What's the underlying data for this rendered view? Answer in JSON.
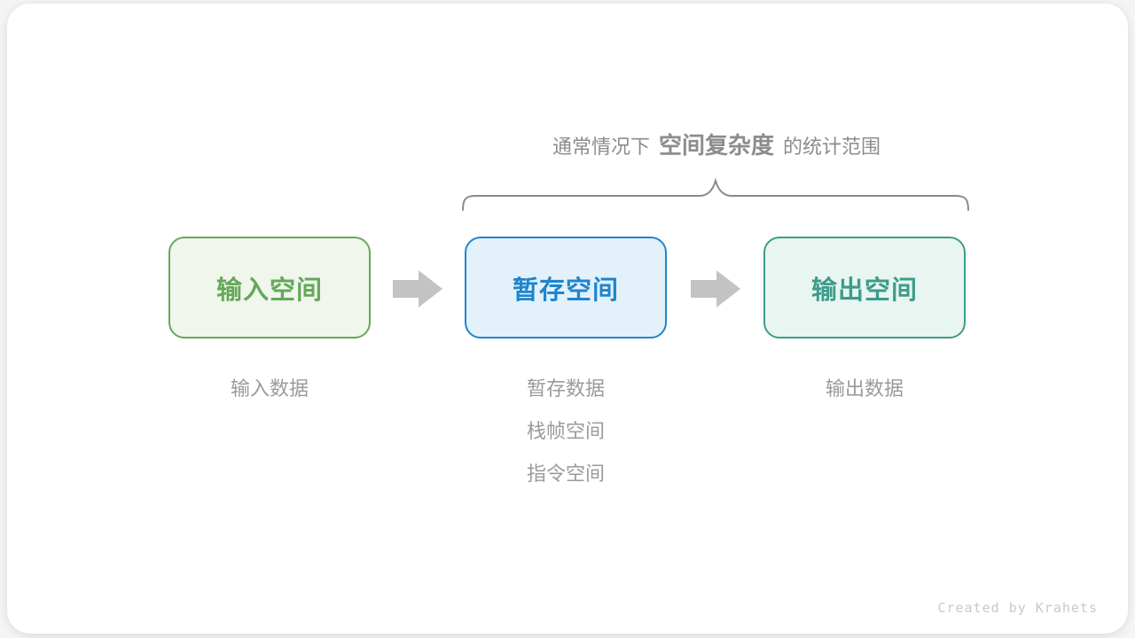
{
  "annotation": {
    "prefix": "通常情况下",
    "highlight": "空间复杂度",
    "suffix": "的统计范围"
  },
  "nodes": [
    {
      "id": "input-space",
      "label": "输入空间",
      "sublabels": [
        "输入数据"
      ],
      "border_color": "#65a85a",
      "fill_color": "#f0f6ec",
      "text_color": "#5aa44e",
      "in_brace_scope": false
    },
    {
      "id": "temp-space",
      "label": "暂存空间",
      "sublabels": [
        "暂存数据",
        "栈帧空间",
        "指令空间"
      ],
      "border_color": "#1f85cd",
      "fill_color": "#e3f1fb",
      "text_color": "#1a84d2",
      "in_brace_scope": true
    },
    {
      "id": "output-space",
      "label": "输出空间",
      "sublabels": [
        "输出数据"
      ],
      "border_color": "#3d9c8b",
      "fill_color": "#e9f5f1",
      "text_color": "#3a9c8a",
      "in_brace_scope": true
    }
  ],
  "attribution": "Created by Krahets",
  "colors": {
    "green": "#65a85a",
    "green_fill": "#f0f6ec",
    "blue": "#1f85cd",
    "blue_fill": "#e3f1fb",
    "teal": "#3d9c8b",
    "teal_fill": "#e9f5f1",
    "title_gray": "#8c8c8c",
    "brace_gray": "#8a8a8a",
    "label_gray": "#9a9a9a",
    "arrow_gray": "#c3c3c3",
    "attribution_gray": "#c9c9c9"
  }
}
